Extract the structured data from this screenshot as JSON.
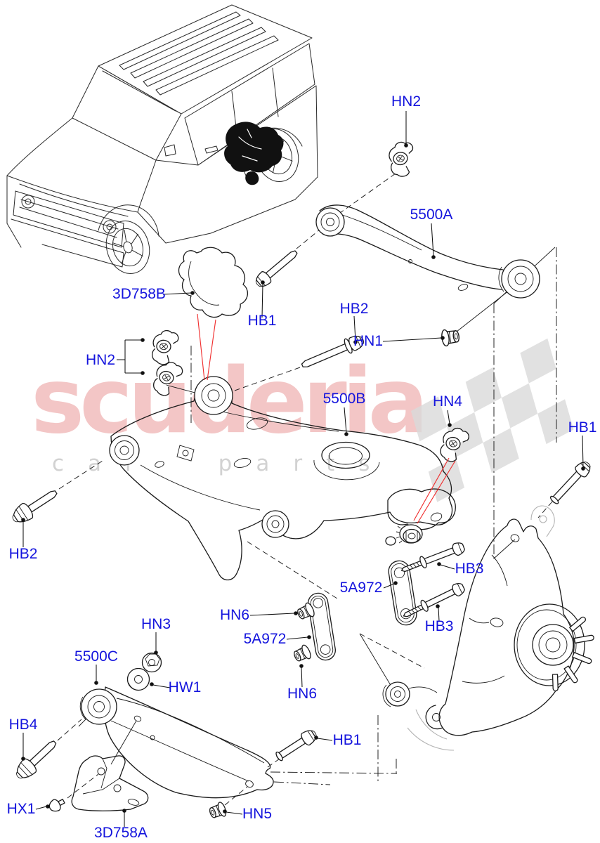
{
  "page": {
    "background": "#ffffff"
  },
  "watermark": {
    "brand": "scuderia",
    "tagline": "car parts",
    "brand_color": "#f3c6c6",
    "tagline_color": "#d2d2d2",
    "flag_color": "#dadada"
  },
  "diagram": {
    "label_color": "#1414dd",
    "line_color": "#1b1b1b",
    "highlight_color": "#f03030",
    "labels": [
      {
        "id": "hn2-top",
        "text": "HN2"
      },
      {
        "id": "5500a",
        "text": "5500A"
      },
      {
        "id": "3d758b",
        "text": "3D758B"
      },
      {
        "id": "hb1-upper",
        "text": "HB1"
      },
      {
        "id": "hb2-upper",
        "text": "HB2"
      },
      {
        "id": "hn1",
        "text": "HN1"
      },
      {
        "id": "hn2-left",
        "text": "HN2"
      },
      {
        "id": "5500b",
        "text": "5500B"
      },
      {
        "id": "hn4",
        "text": "HN4"
      },
      {
        "id": "hb1-right",
        "text": "HB1"
      },
      {
        "id": "hb2-left",
        "text": "HB2"
      },
      {
        "id": "5a972-right",
        "text": "5A972"
      },
      {
        "id": "hb3-upper",
        "text": "HB3"
      },
      {
        "id": "hb3-lower",
        "text": "HB3"
      },
      {
        "id": "hn6-left",
        "text": "HN6"
      },
      {
        "id": "5a972-left",
        "text": "5A972"
      },
      {
        "id": "hn6-lower",
        "text": "HN6"
      },
      {
        "id": "hn3",
        "text": "HN3"
      },
      {
        "id": "5500c",
        "text": "5500C"
      },
      {
        "id": "hw1",
        "text": "HW1"
      },
      {
        "id": "hb4",
        "text": "HB4"
      },
      {
        "id": "hb1-lower",
        "text": "HB1"
      },
      {
        "id": "hx1",
        "text": "HX1"
      },
      {
        "id": "3d758a",
        "text": "3D758A"
      },
      {
        "id": "hn5",
        "text": "HN5"
      }
    ]
  }
}
